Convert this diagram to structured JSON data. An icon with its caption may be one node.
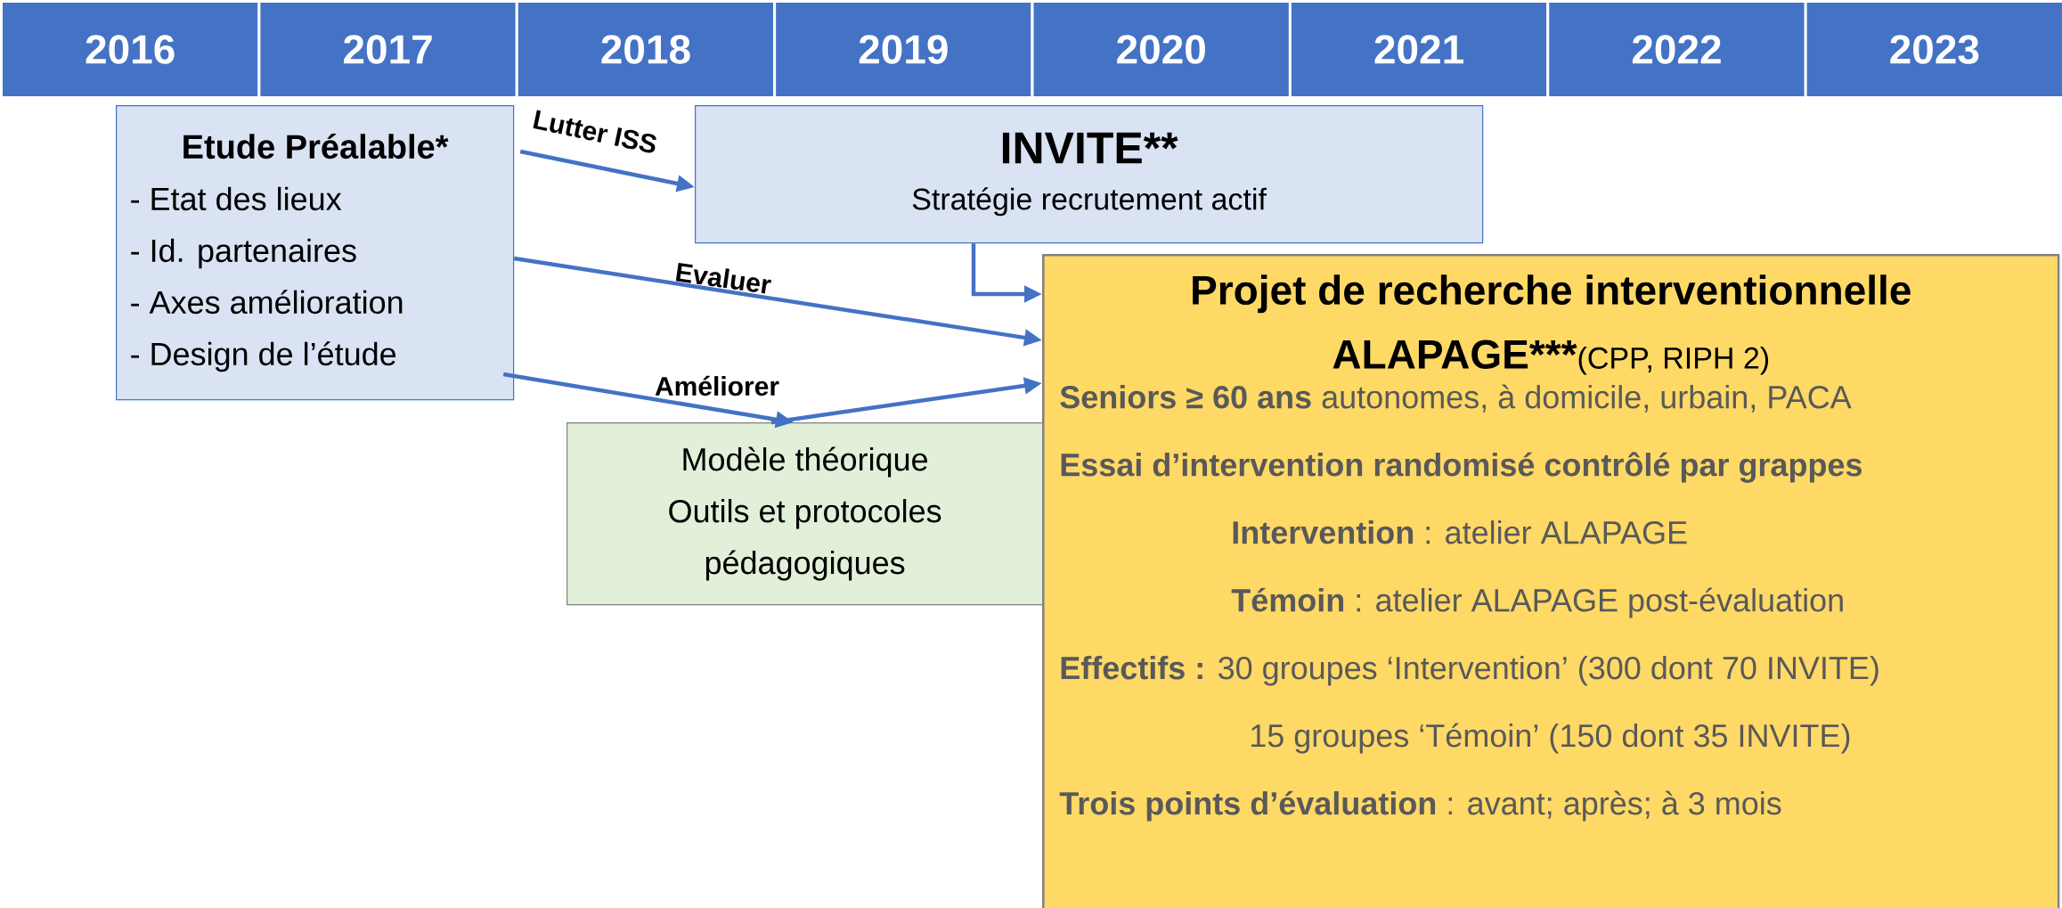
{
  "diagram": {
    "nodes": [
      {
        "text": [
          "2016"
        ]
      },
      {
        "text": [
          "2017"
        ]
      },
      {
        "text": [
          "2018"
        ]
      },
      {
        "text": [
          "2019"
        ]
      },
      {
        "text": [
          "2020"
        ]
      },
      {
        "text": [
          "2021"
        ]
      },
      {
        "text": [
          "2022"
        ]
      },
      {
        "text": [
          "2023"
        ]
      },
      {
        "text": [
          "Etude Préalable*",
          "- Etat des lieux",
          "- Id. partenaires",
          "- Axes amélioration",
          "- Design de l’étude"
        ]
      },
      {
        "text": [
          "INVITE**",
          "Stratégie recrutement actif"
        ]
      },
      {
        "text": [
          "Projet de recherche interventionnelle ALAPAGE***",
          "(CPP, RIPH 2)",
          "**Seniors ≥ 60 ans** autonomes, à domicile, urbain, PACA",
          "Essai d’intervention randomisé contrôlé par grappes",
          "**Intervention** : atelier ALAPAGE",
          "**Témoin** : atelier ALAPAGE post-évaluation",
          "**Effectifs :** 30 groupes ‘Intervention’ (300 dont 70 INVITE)",
          "15 groupes ‘Témoin’ (150 dont 35 INVITE)",
          "**Trois points d’évaluation** : avant; après; à 3 mois"
        ]
      },
      {
        "text": [
          "Modèle théorique",
          "Outils et protocoles pédagogiques"
        ]
      }
    ],
    "edges": [
      {
        "from": 8,
        "to": 9,
        "arrow": "to",
        "label": "Lutter ISS"
      },
      {
        "from": 9,
        "to": 10,
        "arrow": "to"
      },
      {
        "from": 8,
        "to": 10,
        "arrow": "to",
        "label": "Evaluer"
      },
      {
        "from": 8,
        "to": 11,
        "arrow": "to",
        "label": "Améliorer"
      },
      {
        "from": 11,
        "to": 10,
        "arrow": "to"
      }
    ]
  }
}
